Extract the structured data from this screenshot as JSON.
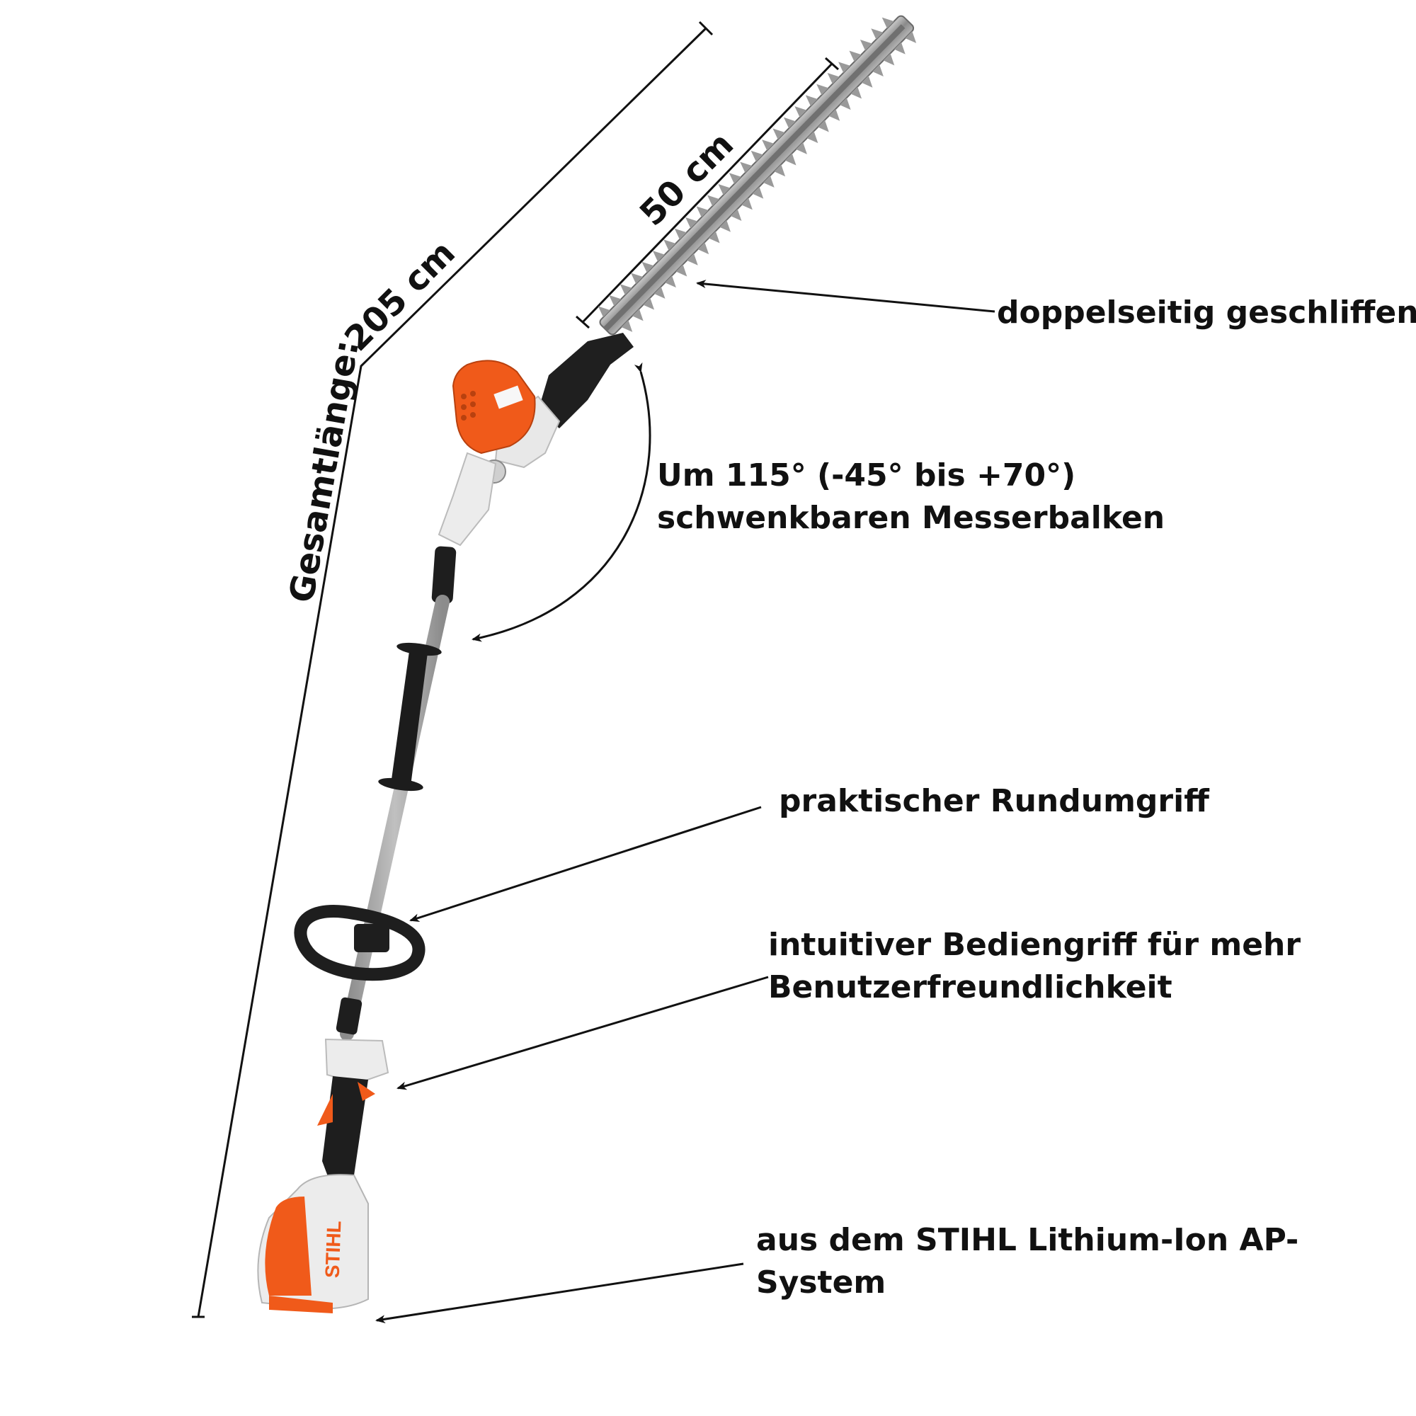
{
  "dimensions": {
    "total_prefix": "Gesamtlänge:",
    "total_length": "205 cm",
    "blade_length": "50 cm"
  },
  "callouts": {
    "blade": "doppelseitig geschliffen",
    "pivot_line1": "Um 115° (-45° bis +70°)",
    "pivot_line2": "schwenkbaren Messerbalken",
    "grip": "praktischer Rundumgriff",
    "control_line1": "intuitiver Bediengriff für mehr",
    "control_line2": "Benutzerfreundlichkeit",
    "battery_line1": "aus dem STIHL Lithium-Ion AP-",
    "battery_line2": "System"
  },
  "product": {
    "brand_mark": "STIHL"
  },
  "colors": {
    "brand_orange": "#f05a1a",
    "tool_dark": "#1e1e1e",
    "tool_light": "#e9e9e9",
    "shaft": "#b8b8b8",
    "text": "#111111"
  }
}
